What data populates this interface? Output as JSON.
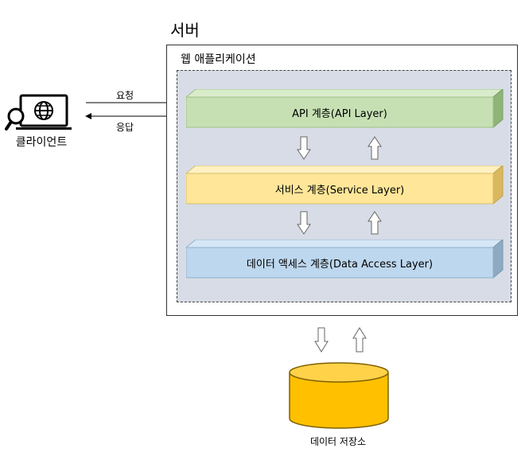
{
  "client": {
    "label": "클라이언트",
    "icon": "laptop-globe-search-icon"
  },
  "request": {
    "label": "요청"
  },
  "response": {
    "label": "응답"
  },
  "server": {
    "title": "서버"
  },
  "webapp": {
    "title": "웹 애플리케이션"
  },
  "layers": [
    {
      "label": "API 계층(API Layer)",
      "color": "#c6e0b4"
    },
    {
      "label": "서비스 계층(Service Layer)",
      "color": "#ffe699"
    },
    {
      "label": "데이터 액세스 계층(Data Access Layer)",
      "color": "#bdd7ee"
    }
  ],
  "storage": {
    "label": "데이터 저장소",
    "color": "#ffc000"
  }
}
